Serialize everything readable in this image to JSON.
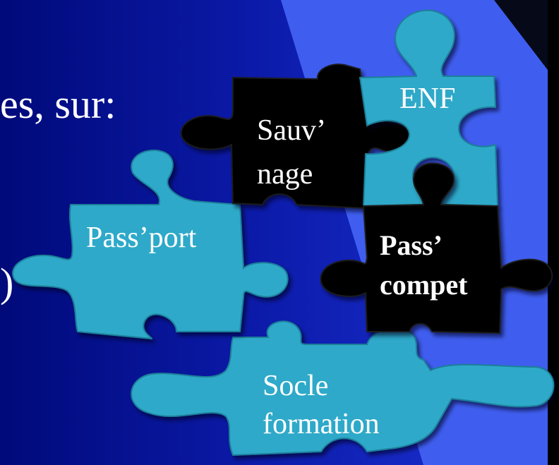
{
  "slide": {
    "edge_texts": [
      "es, sur:",
      ")"
    ]
  },
  "pieces": {
    "sauvetage": {
      "line1": "Sauv’",
      "line2": "nage"
    },
    "enf": {
      "label": "ENF"
    },
    "passport": {
      "label": "Pass’port"
    },
    "pass_competition": {
      "line1": "Pass’",
      "line2": "compet"
    },
    "socle_formation": {
      "line1": "Socle",
      "line2": "formation"
    }
  },
  "colors": {
    "background": "#0b1aa8",
    "accent_panel": "#3f5ef0",
    "piece_cyan": "#2fa9c9",
    "piece_black": "#000000",
    "text": "#ffffff"
  },
  "icons": [
    "puzzle-piece-icon"
  ]
}
